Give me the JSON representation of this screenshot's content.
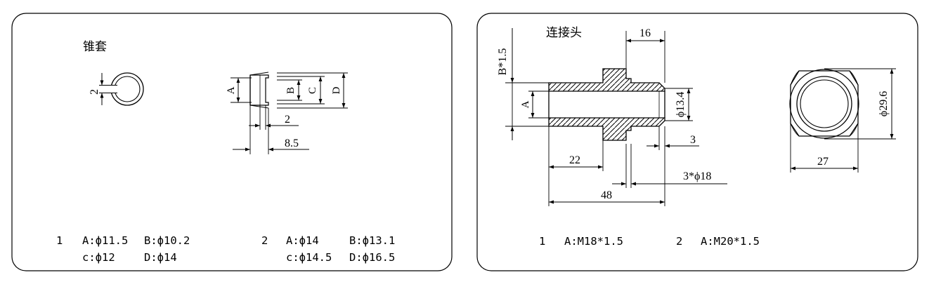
{
  "left_panel": {
    "title": "锥套",
    "dims": {
      "gap": "2",
      "wall": "2",
      "length": "8.5"
    },
    "labels": {
      "a": "A",
      "b": "B",
      "c": "C",
      "d": "D"
    },
    "specs": {
      "row1_no": "1",
      "row1_a": "A:ϕ11.5",
      "row1_b": "B:ϕ10.2",
      "row1_c": "c:ϕ12",
      "row1_d": "D:ϕ14",
      "row2_no": "2",
      "row2_a": "A:ϕ14",
      "row2_b": "B:ϕ13.1",
      "row2_c": "c:ϕ14.5",
      "row2_d": "D:ϕ16.5"
    }
  },
  "right_panel": {
    "title": "连接头",
    "dims": {
      "thread_pitch": "B*1.5",
      "top": "16",
      "bore": "ϕ13.4",
      "groove": "3",
      "left_len": "22",
      "groove_dia": "3*ϕ18",
      "total_len": "48",
      "hex_dia": "ϕ29.6",
      "hex_flat": "27"
    },
    "labels": {
      "a": "A"
    },
    "specs": {
      "row1_no": "1",
      "row1_a": "A:M18*1.5",
      "row2_no": "2",
      "row2_a": "A:M20*1.5"
    }
  }
}
